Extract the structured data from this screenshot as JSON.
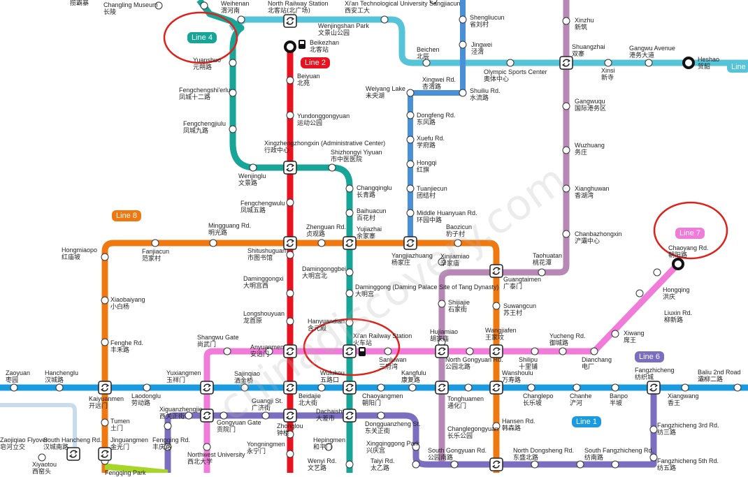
{
  "colors": {
    "line1": "#1a9be0",
    "line2": "#e8131f",
    "line3": "#55c3d8",
    "line4": "#16a596",
    "line5": "#4a90d9",
    "line6": "#7b6dbf",
    "line7": "#f07bd8",
    "line8": "#f07810",
    "line9": "#b788b5",
    "line14": "#4a90d9",
    "green": "#a6d628",
    "annotation": "#e0211b"
  },
  "line_tags": {
    "line1": "Line 1",
    "line2": "Line 2",
    "line4": "Line 4",
    "line6": "Line 6",
    "line7": "Line 7",
    "line8": "Line 8",
    "line3_cut": "Line"
  },
  "watermark": "chinadiscovery.com",
  "icons": {
    "transfer": "transfer-icon",
    "train": "train-icon",
    "terminus": "terminus-icon"
  },
  "stations": {
    "s_top0": {
      "en": "",
      "zh": "揽霸暴"
    },
    "changling": {
      "en": "Changling Museum",
      "zh": "长陵"
    },
    "weihenan": {
      "en": "Weihenan",
      "zh": "渭河南"
    },
    "north_rail": {
      "en": "North Railway Station",
      "zh": "北客站(北广场)"
    },
    "xatu": {
      "en": "Xi'an Technological University",
      "zh": "西安工大"
    },
    "wenjingshan": {
      "en": "Wenjingshan Park",
      "zh": "文景山公园"
    },
    "sangjiacun": {
      "en": "Sangjiacun",
      "zh": ""
    },
    "shengliucun": {
      "en": "Shengliucun",
      "zh": "省刘村"
    },
    "jingwei": {
      "en": "Jingwei",
      "zh": "泾渭"
    },
    "xinzhu": {
      "en": "Xinzhu",
      "zh": "新筑"
    },
    "shuangzhai": {
      "en": "Shuangzhai",
      "zh": "双寨"
    },
    "xinsi": {
      "en": "Xinsi",
      "zh": "新寺"
    },
    "gangwu_ave": {
      "en": "Gangwu Avenue",
      "zh": "港务大道"
    },
    "heshao": {
      "en": "Heshao",
      "zh": "贺韶"
    },
    "beichen": {
      "en": "Beichen",
      "zh": "北辰"
    },
    "olympic": {
      "en": "Olympic Sports Center",
      "zh": "奥体中心"
    },
    "beikezhan": {
      "en": "Beikezhan",
      "zh": "北客站"
    },
    "yuanshuo": {
      "en": "Yuanshuo",
      "zh": "元朔路"
    },
    "beiyuan": {
      "en": "Beiyuan",
      "zh": "北苑"
    },
    "xingwei": {
      "en": "Xingwei Rd.",
      "zh": "杏渭路"
    },
    "weiyanglake": {
      "en": "Weiyang Lake",
      "zh": "未央湖"
    },
    "shuiliu": {
      "en": "Shuiliu Rd.",
      "zh": "水流路"
    },
    "fengcheng12": {
      "en": "Fengchengshi'erlu",
      "zh": "凤城十二路"
    },
    "gangwuquu": {
      "en": "Gangwuqu",
      "zh": "国际港务区"
    },
    "dongfeng": {
      "en": "Dongfeng Rd.",
      "zh": "东风路"
    },
    "yundong": {
      "en": "Yundonggongyuan",
      "zh": "运动公园"
    },
    "fengcheng9": {
      "en": "Fengchengjiulu",
      "zh": "凤城九路"
    },
    "xuefu": {
      "en": "Xuefu Rd.",
      "zh": "学府路"
    },
    "wuzhuang": {
      "en": "Wuzhuang",
      "zh": "务庄"
    },
    "xingzheng": {
      "en": "Xingzhengzhongxin (Administrative Center)",
      "zh": "行政中心"
    },
    "shizhongyi": {
      "en": "Shizhongyi Yiyuan",
      "zh": "市中医医院"
    },
    "hongqi": {
      "en": "Hongqi",
      "zh": "红旗"
    },
    "wenjinglu": {
      "en": "Wenjinglu",
      "zh": "文景路"
    },
    "xianghuwan": {
      "en": "Xianghuwan",
      "zh": "香湖湾"
    },
    "tuanjiecun": {
      "en": "Tuanjiecun",
      "zh": "团结村"
    },
    "changqinglu": {
      "en": "Changqinglu",
      "zh": "长青路"
    },
    "fengcheng5": {
      "en": "Fengchengwulu",
      "zh": "凤城五路"
    },
    "baihuacun": {
      "en": "Baihuacun",
      "zh": "百花村"
    },
    "huanyuan": {
      "en": "Middle Huanyuan Rd.",
      "zh": "环园中路"
    },
    "chanbazhongxin": {
      "en": "Chanbazhongxin",
      "zh": "浐灞中心"
    },
    "mingguang": {
      "en": "Mingguang Rd.",
      "zh": "明光路"
    },
    "zhenguan": {
      "en": "Zhenguan Rd.",
      "zh": "贞观路"
    },
    "yujiazhai": {
      "en": "Yujiazhai",
      "zh": "余家寨"
    },
    "baozicun": {
      "en": "Baozicun",
      "zh": "豹子村"
    },
    "hongmiaopo": {
      "en": "Hongmiaopo",
      "zh": "红庙坡"
    },
    "fanjiacun": {
      "en": "Fanjiacun",
      "zh": "范家村"
    },
    "shitushuguan": {
      "en": "Shitushuguan",
      "zh": "市图书馆"
    },
    "yangjiazhuang": {
      "en": "Yangjiazhuang",
      "zh": "杨家庄"
    },
    "xinjiamiao": {
      "en": "Xinjiamiao",
      "zh": "辛家庙"
    },
    "taohuatan": {
      "en": "Taohuatan",
      "zh": "桃花潭"
    },
    "chaoyang": {
      "en": "Chaoyang Rd.",
      "zh": "朝阳路"
    },
    "damingbei": {
      "en": "Damingonggbei",
      "zh": "大明宫北"
    },
    "guangtaimen": {
      "en": "Guangtaimen",
      "zh": "广泰门"
    },
    "damingxi": {
      "en": "Daminggongxi",
      "zh": "大明宫西"
    },
    "damingong": {
      "en": "Daminggong (Daming Palace Site of Tang Dynasty)",
      "zh": "大明宫"
    },
    "hongqing": {
      "en": "Hongqing",
      "zh": "洪庆"
    },
    "xiaobaiyang": {
      "en": "Xiaobaiyang",
      "zh": "小白杨"
    },
    "shijiajie": {
      "en": "Shijiajie",
      "zh": "石家街"
    },
    "suwangcun": {
      "en": "Suwangcun",
      "zh": "苏王村"
    },
    "longshou": {
      "en": "Longshouyuan",
      "zh": "龙首原"
    },
    "liuxin": {
      "en": "Liuxin Rd.",
      "zh": "柳新路"
    },
    "hanyuan": {
      "en": "Hanyuandian",
      "zh": "含元殿"
    },
    "xiwang": {
      "en": "Xiwang",
      "zh": "席王"
    },
    "huojiamiao": {
      "en": "Hujiamiao",
      "zh": "胡家庙"
    },
    "wangjiafen": {
      "en": "Wangjiafen",
      "zh": "王家坟"
    },
    "fenghe": {
      "en": "Fenghe Rd.",
      "zh": "丰禾路"
    },
    "shangwu": {
      "en": "Shangwu Gate",
      "zh": "尚武门"
    },
    "anyuanmen": {
      "en": "Anyuanmen",
      "zh": "安远门"
    },
    "xianrail": {
      "en": "Xi'an Railway Station",
      "zh": "火车站"
    },
    "yucheng": {
      "en": "Yucheng Rd.",
      "zh": "御城路"
    },
    "dianchang": {
      "en": "Dianchang",
      "zh": "电厂"
    },
    "north_gongyuan": {
      "en": "North Gongyuan Rd.",
      "zh": "公园北路"
    },
    "shilipu": {
      "en": "Shilipu",
      "zh": "十里铺"
    },
    "sanluwan": {
      "en": "Sanluwan",
      "zh": "三府湾"
    },
    "zaoyuan": {
      "en": "Zaoyuan",
      "zh": "枣园"
    },
    "hancheng": {
      "en": "Hanchenglu",
      "zh": "汉城路"
    },
    "kaiyuanmen": {
      "en": "Kaiyuanmen",
      "zh": "开远门"
    },
    "laodong": {
      "en": "Laodonglu",
      "zh": "劳动路"
    },
    "yuxiangmen": {
      "en": "Yuxiangmen",
      "zh": "玉祥门"
    },
    "sajinqiao": {
      "en": "Sajinqiao",
      "zh": "洒金桥"
    },
    "beidajie": {
      "en": "Beidajie",
      "zh": "北大街"
    },
    "wulukou": {
      "en": "Wulukou",
      "zh": "五路口"
    },
    "chaoyangmen": {
      "en": "Chaoyangmen",
      "zh": "朝阳门"
    },
    "kangfu": {
      "en": "Kangfulu",
      "zh": "康复路"
    },
    "tonghuamen": {
      "en": "Tonghuamen",
      "zh": "通化门"
    },
    "wanshoulu": {
      "en": "Wanshoulu",
      "zh": "万寿路"
    },
    "changlepo": {
      "en": "Changlepo",
      "zh": "长乐坡"
    },
    "chanhe": {
      "en": "Chanhe",
      "zh": "浐河"
    },
    "banpo": {
      "en": "Banpo",
      "zh": "半坡"
    },
    "fangzhicheng": {
      "en": "Fangzhicheng",
      "zh": "纺织城"
    },
    "baliu": {
      "en": "Baliu 2nd Road",
      "zh": "灞柳二路"
    },
    "xiangwang": {
      "en": "Xiangwang",
      "zh": "香王"
    },
    "tumen": {
      "en": "Tumen",
      "zh": "土门"
    },
    "xiguanzhengjie": {
      "en": "Xiguanzhengjie",
      "zh": "西关正街"
    },
    "guangji": {
      "en": "Guangji St.",
      "zh": "广济街"
    },
    "gongyuan": {
      "en": "Gongyuan Gate",
      "zh": "贡院门"
    },
    "zhonglou": {
      "en": "Zhonglou",
      "zh": "钟楼"
    },
    "dachaishi": {
      "en": "Dachaishi",
      "zh": "大差市"
    },
    "dongguanzheng": {
      "en": "Dongguanzheng St.",
      "zh": "东关正街"
    },
    "xingqing": {
      "en": "Xingqinggong Park",
      "zh": "兴庆宫"
    },
    "changlegong": {
      "en": "Changlegongyuan",
      "zh": "长乐公园"
    },
    "hansen": {
      "en": "Hansen Rd.",
      "zh": "韩森路"
    },
    "fangzhi3": {
      "en": "Fangzhicheng 3rd Rd.",
      "zh": "纺三路"
    },
    "hepingmen": {
      "en": "Hepingmen",
      "zh": "和平门"
    },
    "yongningmen": {
      "en": "Yongningmen",
      "zh": "永宁门"
    },
    "jinguangmen": {
      "en": "Jinguangmen",
      "zh": "金光门"
    },
    "fengqing": {
      "en": "Fengqing Rd.",
      "zh": "丰庆路"
    },
    "nwu": {
      "en": "Northwest University",
      "zh": "西北大学"
    },
    "south_hancheng": {
      "en": "South Hancheng Rd.",
      "zh": "汉城南路"
    },
    "zaojiqiao": {
      "en": "Zaojiqiao Flyover",
      "zh": "皂河立交"
    },
    "xiyaotou": {
      "en": "Xiyaotou",
      "zh": "西窑头"
    },
    "wenyi": {
      "en": "Wenyi Rd.",
      "zh": "文艺路"
    },
    "taiyi": {
      "en": "Taiyi Rd.",
      "zh": "太乙路"
    },
    "south_gongyuan": {
      "en": "South Gongyuan Rd.",
      "zh": "公园南路"
    },
    "north_dongsheng": {
      "en": "North Dongsheng Rd.",
      "zh": "东盛北路"
    },
    "south_fangzhi": {
      "en": "South Fangzhicheng Rd.",
      "zh": "纺南路"
    },
    "fangzhi5": {
      "en": "Fangzhicheng 5th Rd.",
      "zh": "纺五路"
    },
    "fengqing_park": {
      "en": "Fengqing Park",
      "zh": ""
    }
  }
}
